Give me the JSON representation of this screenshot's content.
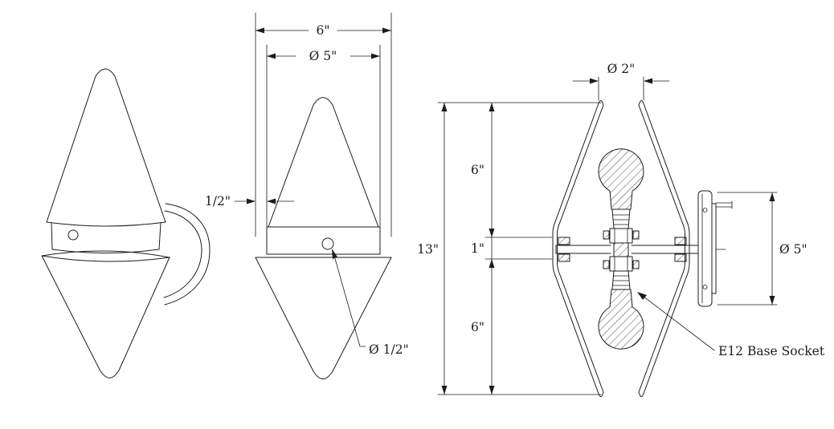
{
  "colors": {
    "ink": "#1c1c1c",
    "paper": "#ffffff"
  },
  "dimensions": {
    "front_view": {
      "overall_width": "6\"",
      "shade_diameter": "Ø 5\"",
      "rim_offset": "1/2\"",
      "hole_diameter": "Ø 1/2\""
    },
    "section_view": {
      "top_opening_diameter": "Ø 2\"",
      "overall_height": "13\"",
      "upper_cone_height": "6\"",
      "band_height": "1\"",
      "lower_cone_height": "6\"",
      "backplate_diameter": "Ø 5\"",
      "socket_annotation": "E12 Base Socket"
    }
  }
}
